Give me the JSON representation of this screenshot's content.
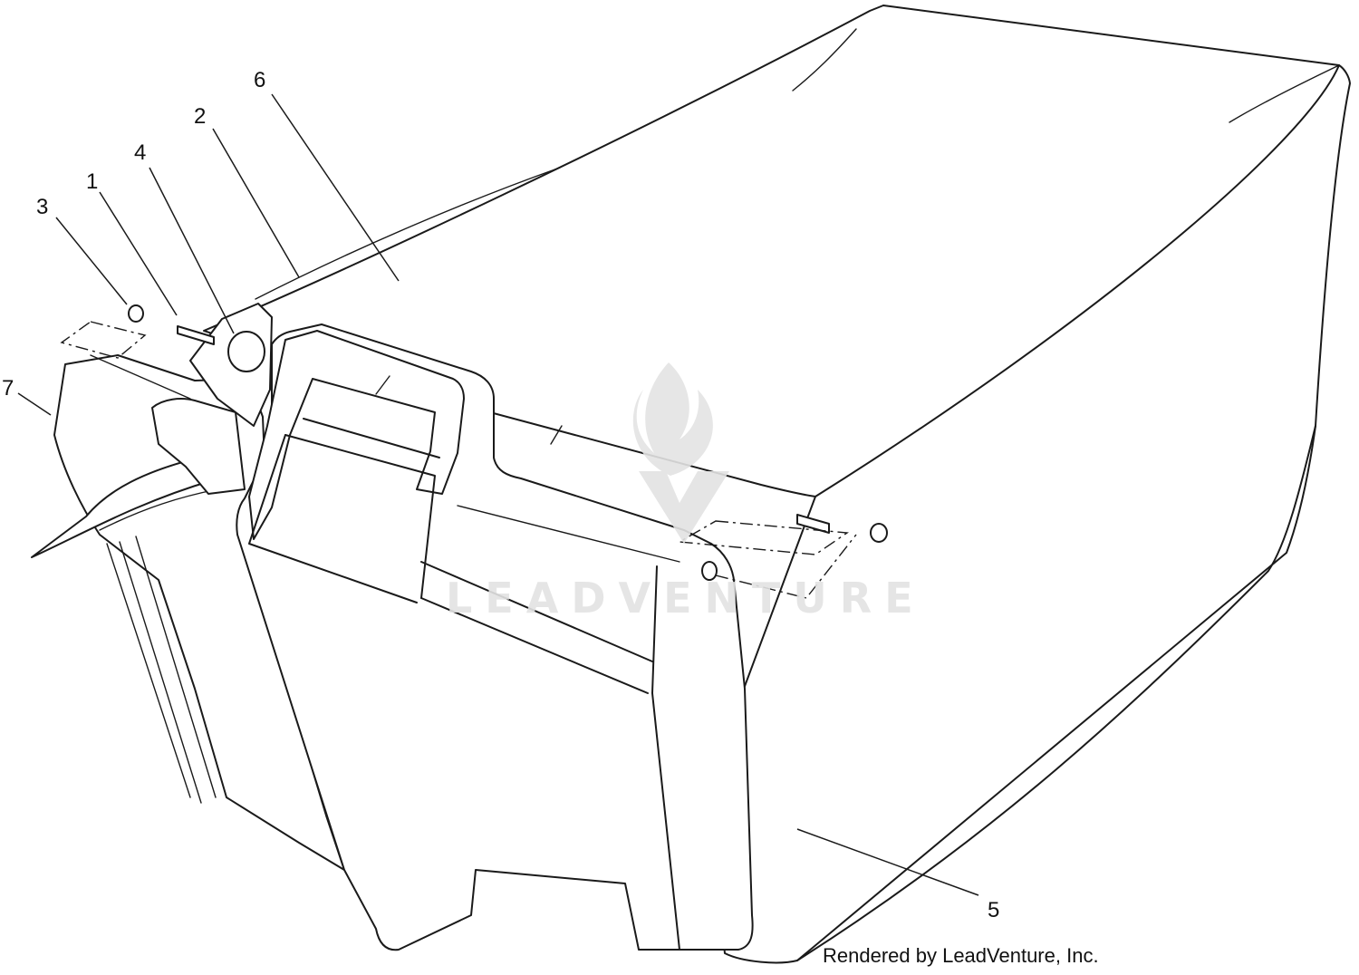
{
  "callouts": [
    {
      "id": "1",
      "label": "1"
    },
    {
      "id": "2",
      "label": "2"
    },
    {
      "id": "3",
      "label": "3"
    },
    {
      "id": "4",
      "label": "4"
    },
    {
      "id": "5",
      "label": "5"
    },
    {
      "id": "6",
      "label": "6"
    },
    {
      "id": "7",
      "label": "7"
    }
  ],
  "watermark": {
    "text": "LEADVENTURE",
    "icon": "leadventure-flame-logo-icon"
  },
  "credit": {
    "text": "Rendered by LeadVenture, Inc."
  },
  "colors": {
    "line": "#1a1a1a",
    "background": "#ffffff",
    "watermark": "#e3e3e3"
  }
}
